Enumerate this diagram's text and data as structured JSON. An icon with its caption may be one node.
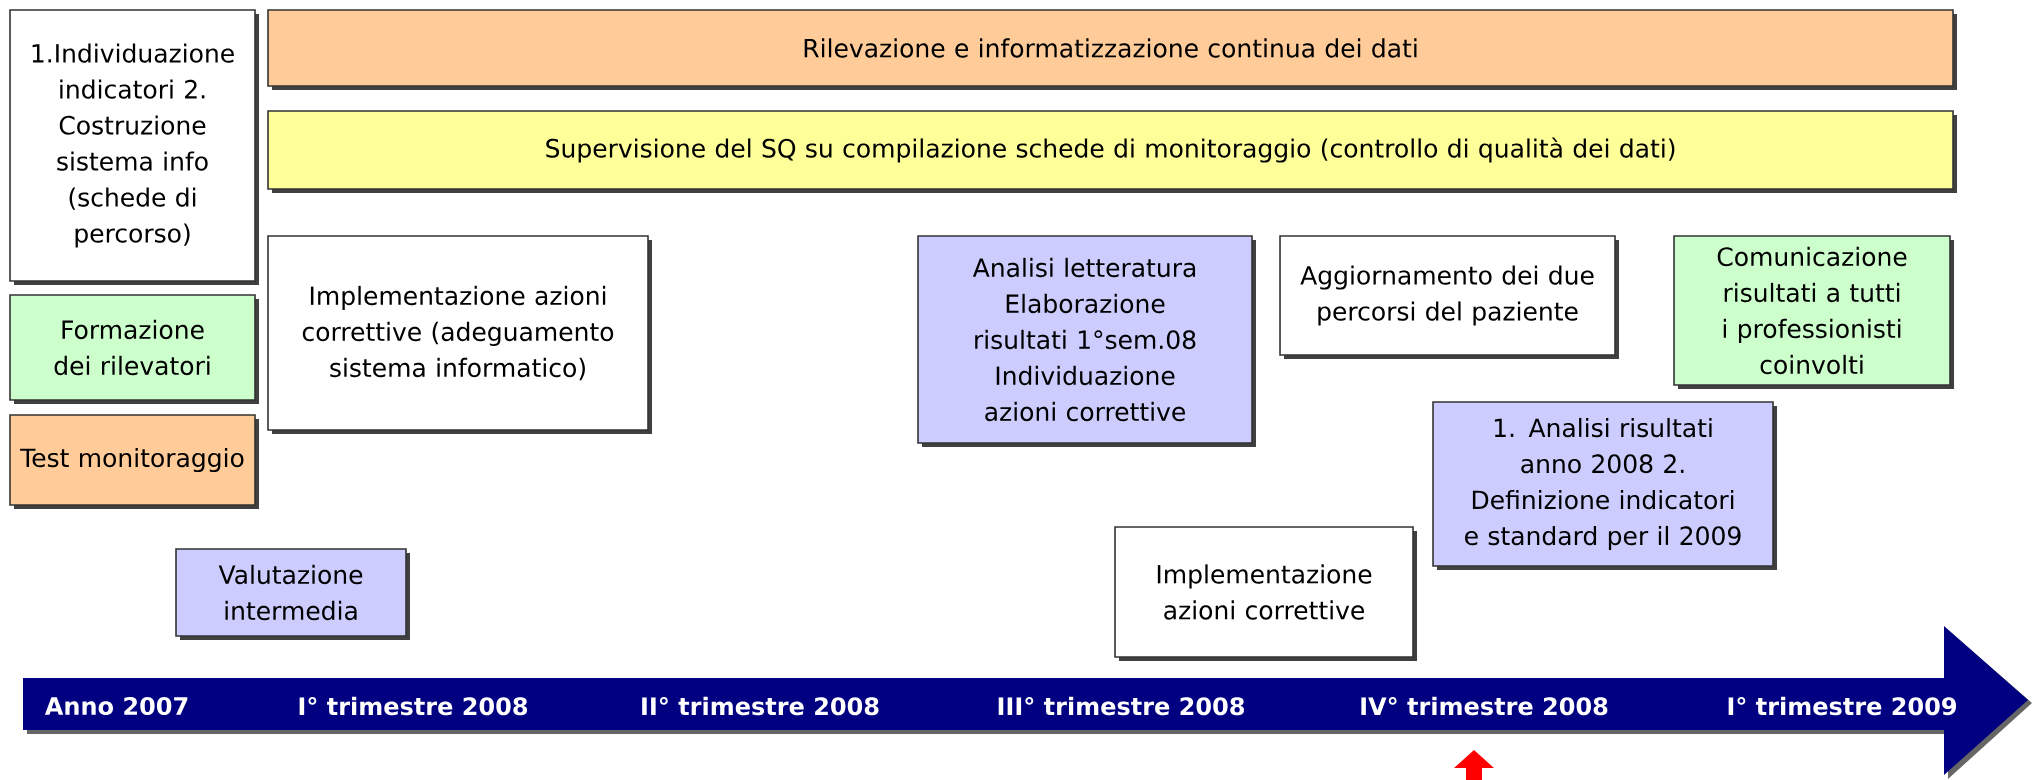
{
  "diagram": {
    "nodes": [
      {
        "text": [
          "1.Individuazione indicatori 2. Costruzione sistema info (schede di percorso)"
        ]
      },
      {
        "text": [
          "Rilevazione e informatizzazione continua dei dati"
        ]
      },
      {
        "text": [
          "Supervisione del SQ su compilazione schede di monitoraggio (controllo di qualità dei dati)"
        ]
      },
      {
        "text": [
          "Implementazione azioni correttive (adeguamento sistema informatico)"
        ]
      },
      {
        "text": [
          "Analisi letteratura Elaborazione risultati 1°sem.08 Individuazione azioni correttive"
        ]
      },
      {
        "text": [
          "Aggiornamento dei due percorsi del paziente"
        ]
      },
      {
        "text": [
          "Comunicazione risultati a tutti i professionisti coinvolti"
        ]
      },
      {
        "text": [
          "Formazione dei rilevatori"
        ]
      },
      {
        "text": [
          "Test monitoraggio"
        ]
      },
      {
        "text": [
          "1. Analisi risultati anno 2008 2. Definizione indicatori e standard per il 2009"
        ]
      },
      {
        "text": [
          "Valutazione intermedia"
        ]
      },
      {
        "text": [
          "Implementazione azioni correttive"
        ]
      },
      {
        "text": [
          "Anno 2007",
          "I° trimestre 2008",
          "II° trimestre 2008",
          "III° trimestre 2008",
          "IV° trimestre 2008",
          "I° trimestre 2009"
        ]
      }
    ]
  }
}
